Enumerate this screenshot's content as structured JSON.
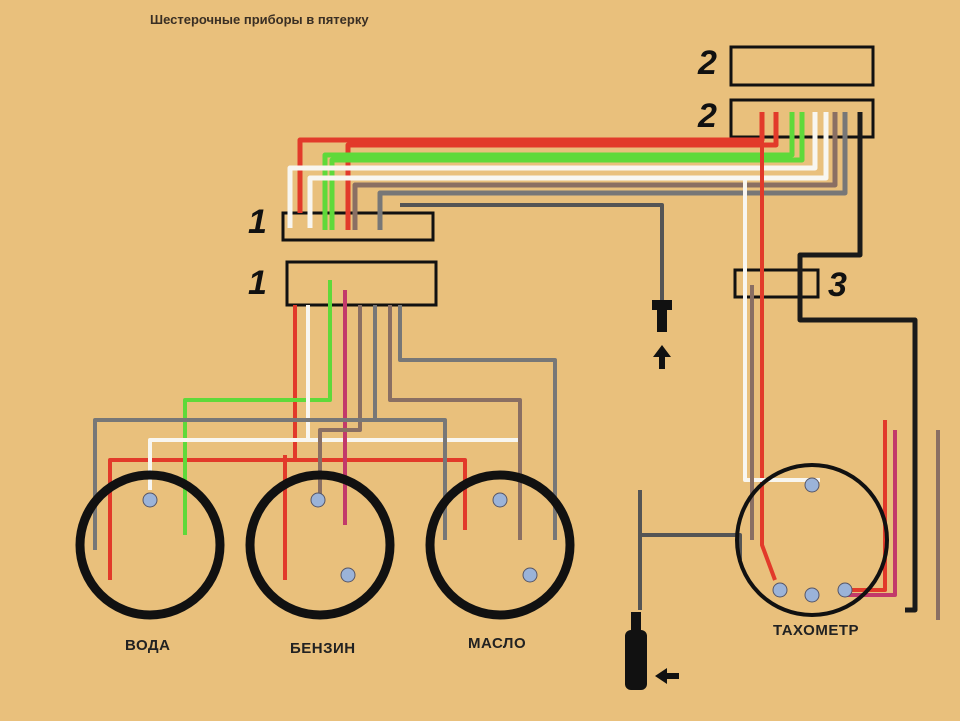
{
  "title": "Шестерочные приборы в пятерку",
  "connectors": {
    "c2_top": {
      "label": "",
      "number": "2"
    },
    "c2_bottom": {
      "label": "",
      "number": "2"
    },
    "c1_top": {
      "label": "",
      "number": "1"
    },
    "c1_bottom": {
      "label": "",
      "number": "1"
    },
    "c3": {
      "number": "3"
    }
  },
  "gauges": {
    "water": "ВОДА",
    "fuel": "БЕНЗИН",
    "oil": "МАСЛО",
    "tacho": "ТАХОМЕТР"
  },
  "wire_colors": {
    "red": "#e23a2a",
    "green": "#5fd93a",
    "white": "#f8f6f0",
    "brown": "#8a6f63",
    "black": "#1a1a1a",
    "pink": "#c23a6a",
    "gray": "#777777"
  }
}
